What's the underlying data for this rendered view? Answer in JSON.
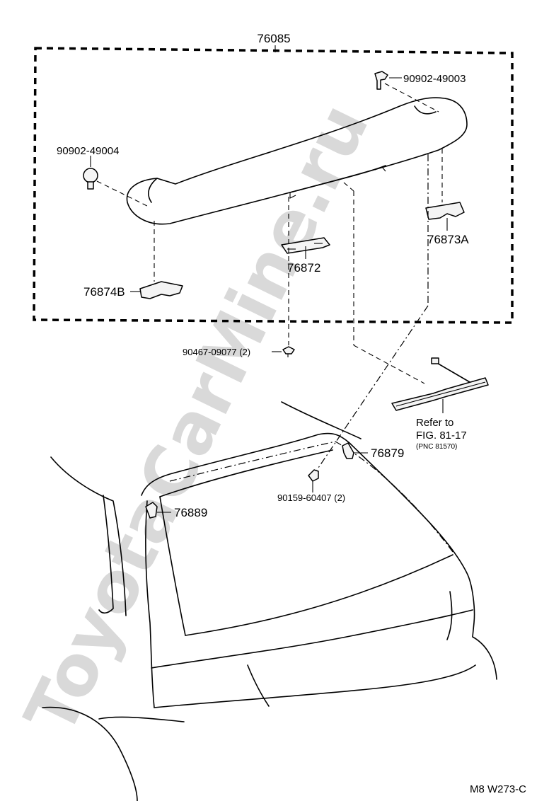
{
  "watermark": "ToyotaCarMine.ru",
  "assembly_label": "76085",
  "parts": {
    "p90902_49003": "90902-49003",
    "p90902_49004": "90902-49004",
    "p76873A": "76873A",
    "p76872": "76872",
    "p76874B": "76874B",
    "p90467_09077": "90467-09077 (2)",
    "p76879": "76879",
    "p90159_60407": "90159-60407 (2)",
    "p76889": "76889"
  },
  "refer": {
    "line1": "Refer to",
    "line2": "FIG. 81-17",
    "line3": "(PNC 81570)"
  },
  "figure_code": "M8 W273-C"
}
